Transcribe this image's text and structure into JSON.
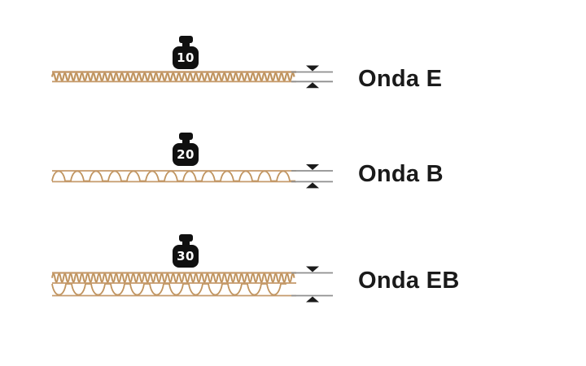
{
  "colors": {
    "background": "#ffffff",
    "cardboard": "#c0945f",
    "liner": "#c59a6b",
    "measure_line": "#8f8f8f",
    "arrow": "#1b1b1b",
    "label_text": "#1a1a1a",
    "weight_fill": "#101010",
    "weight_number": "#ffffff"
  },
  "icons": {
    "weight": "weight-icon",
    "thickness_marker": "thickness-arrows-icon"
  },
  "rows": [
    {
      "label": "Onda E",
      "weight_value": "10",
      "flute": "E"
    },
    {
      "label": "Onda B",
      "weight_value": "20",
      "flute": "B"
    },
    {
      "label": "Onda EB",
      "weight_value": "30",
      "flute": "EB"
    }
  ]
}
